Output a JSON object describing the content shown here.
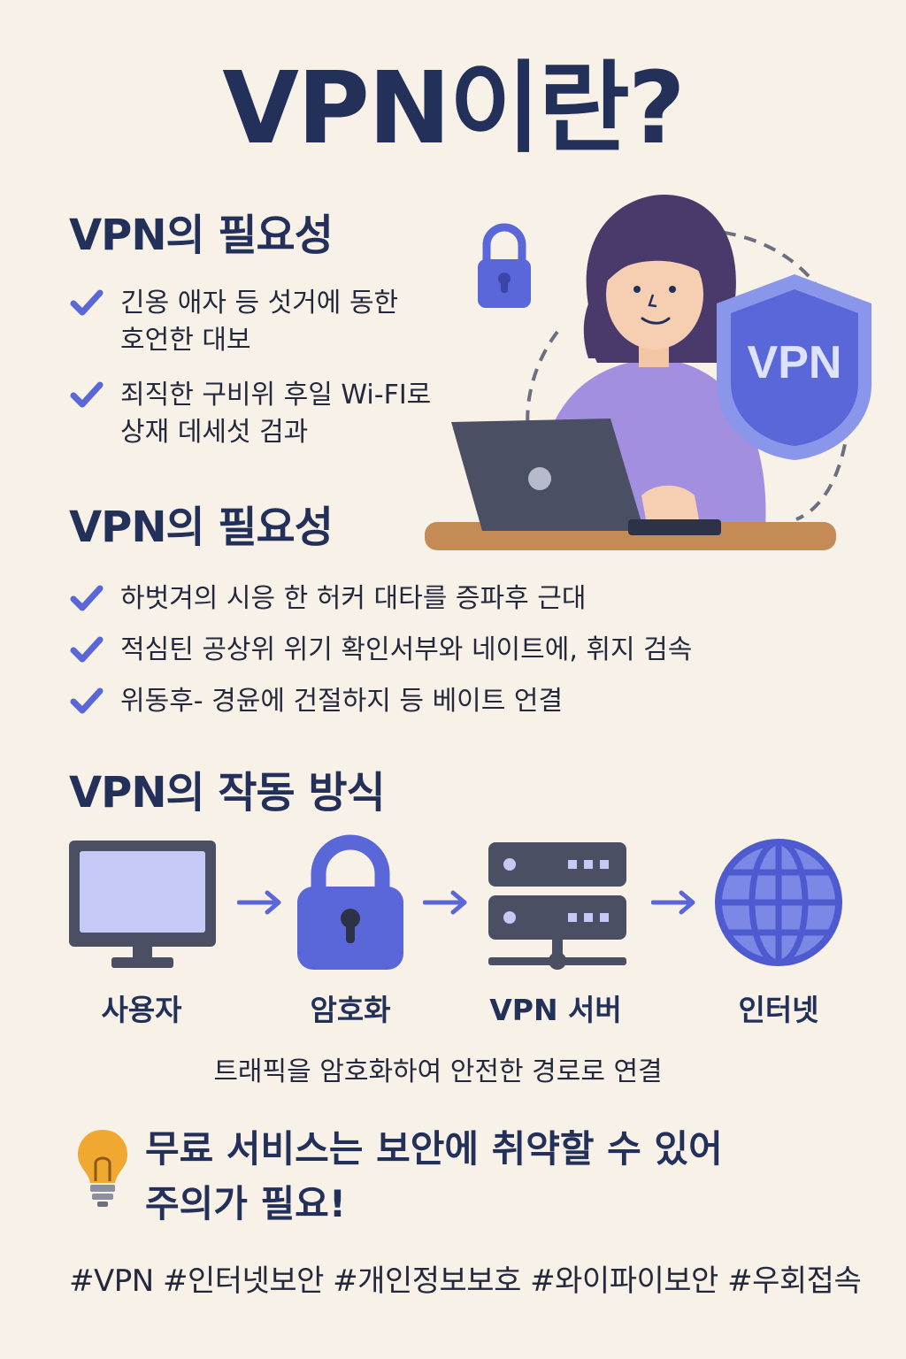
{
  "title": "VPN이란?",
  "section1": {
    "title": "VPN의 필요성",
    "items": [
      "긴옹 애자 등 섯거에 동한\n호언한 대보",
      "죄직한 구비위 후일 Wi-FI로\n상재 데세섯 검과"
    ]
  },
  "section2": {
    "title": "VPN의 필요성",
    "items": [
      "하벗겨의 시응 한 허커 대타를 증파후 근대",
      "적심틴 공상위 위기 확인서부와 네이트에, 휘지 검속",
      "위동후- 경윤에 건절하지 등 베이트 언결"
    ]
  },
  "illustration": {
    "shield_label": "VPN"
  },
  "section3": {
    "title": "VPN의 작동 방식",
    "steps": [
      {
        "label": "사용자",
        "icon": "monitor-icon"
      },
      {
        "label": "암호화",
        "icon": "lock-icon"
      },
      {
        "label": "VPN 서버",
        "icon": "server-icon"
      },
      {
        "label": "인터넷",
        "icon": "globe-icon"
      }
    ],
    "caption": "트래픽을 암호화하여 안전한 경로로 연결"
  },
  "warning": {
    "icon": "lightbulb-icon",
    "text": "무료 서비스는 보안에 취약할 수 있어\n주의가 필요!"
  },
  "hashtags": "#VPN #인터넷보안 #개인정보보호 #와이파이보안 #우회접속",
  "colors": {
    "background": "#f8f1e7",
    "navy": "#22305a",
    "accent_blue": "#5a67d8",
    "shirt_purple": "#a28fe0",
    "desk": "#c48b57",
    "bulb": "#f0a830"
  }
}
